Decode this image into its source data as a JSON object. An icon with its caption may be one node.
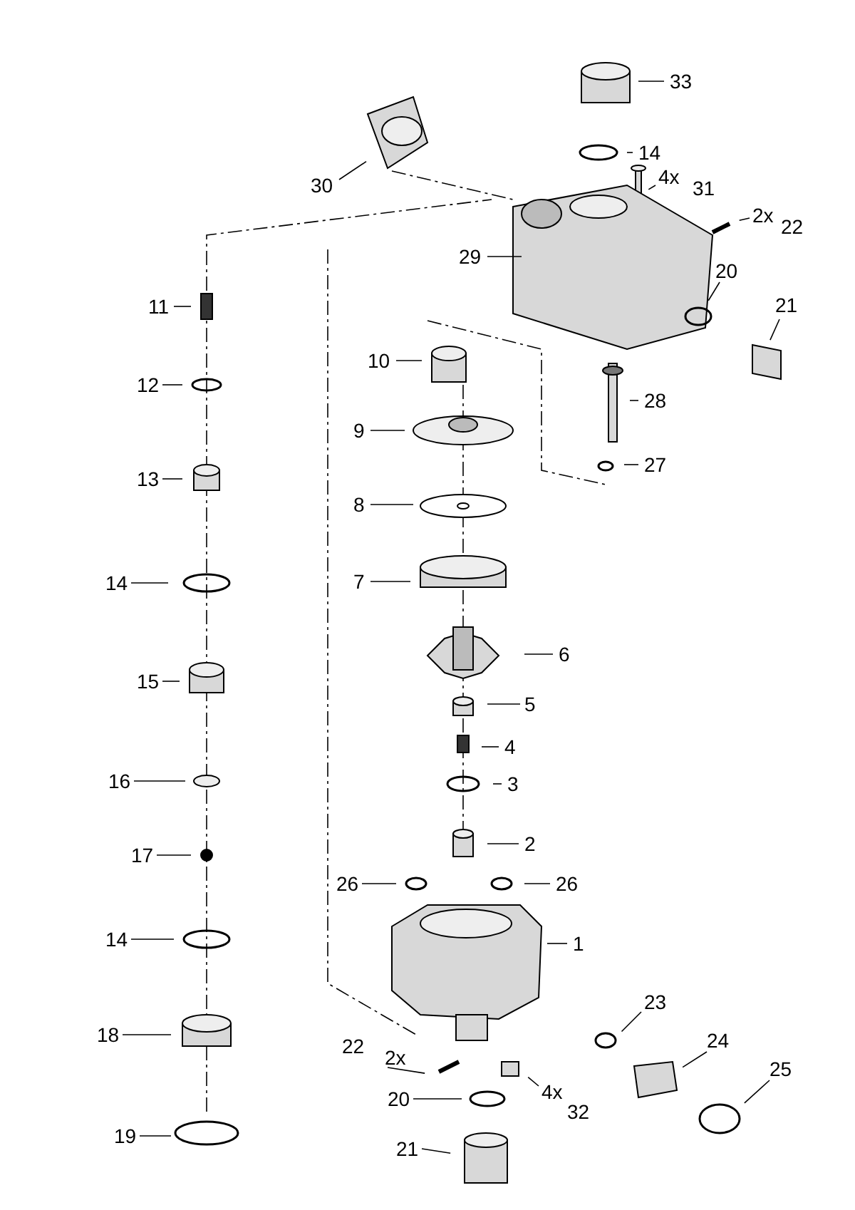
{
  "diagram": {
    "nodes": [
      {
        "text": [
          "33"
        ]
      },
      {
        "text": [
          "14"
        ]
      },
      {
        "text": [
          "30"
        ]
      },
      {
        "text": [
          "31"
        ],
        "beside": [
          "4x"
        ]
      },
      {
        "text": [
          "22"
        ],
        "beside": [
          "2x"
        ]
      },
      {
        "text": [
          "29"
        ]
      },
      {
        "text": [
          "20"
        ]
      },
      {
        "text": [
          "21"
        ]
      },
      {
        "text": [
          "11"
        ]
      },
      {
        "text": [
          "10"
        ]
      },
      {
        "text": [
          "28"
        ]
      },
      {
        "text": [
          "12"
        ]
      },
      {
        "text": [
          "9"
        ]
      },
      {
        "text": [
          "27"
        ]
      },
      {
        "text": [
          "13"
        ]
      },
      {
        "text": [
          "8"
        ]
      },
      {
        "text": [
          "14"
        ]
      },
      {
        "text": [
          "7"
        ]
      },
      {
        "text": [
          "6"
        ]
      },
      {
        "text": [
          "15"
        ]
      },
      {
        "text": [
          "5"
        ]
      },
      {
        "text": [
          "4"
        ]
      },
      {
        "text": [
          "16"
        ]
      },
      {
        "text": [
          "3"
        ]
      },
      {
        "text": [
          "2"
        ]
      },
      {
        "text": [
          "17"
        ]
      },
      {
        "text": [
          "26"
        ]
      },
      {
        "text": [
          "26"
        ]
      },
      {
        "text": [
          "1"
        ]
      },
      {
        "text": [
          "14"
        ]
      },
      {
        "text": [
          "23"
        ]
      },
      {
        "text": [
          "18"
        ]
      },
      {
        "text": [
          "24"
        ]
      },
      {
        "text": [
          "22"
        ],
        "beside": [
          "2x"
        ]
      },
      {
        "text": [
          "25"
        ]
      },
      {
        "text": [
          "32"
        ],
        "beside": [
          "4x"
        ]
      },
      {
        "text": [
          "20"
        ]
      },
      {
        "text": [
          "19"
        ]
      },
      {
        "text": [
          "21"
        ]
      }
    ],
    "edges": [
      {
        "from": 0,
        "to": null,
        "arrow": "none"
      },
      {
        "from": 1,
        "to": null,
        "arrow": "none"
      },
      {
        "from": 2,
        "to": null,
        "arrow": "none"
      },
      {
        "from": 3,
        "to": null,
        "arrow": "none"
      },
      {
        "from": 4,
        "to": null,
        "arrow": "none"
      },
      {
        "from": 5,
        "to": null,
        "arrow": "none"
      },
      {
        "from": 6,
        "to": null,
        "arrow": "none"
      },
      {
        "from": 7,
        "to": null,
        "arrow": "none"
      },
      {
        "from": 8,
        "to": null,
        "arrow": "none"
      },
      {
        "from": 9,
        "to": null,
        "arrow": "none"
      },
      {
        "from": 10,
        "to": null,
        "arrow": "none"
      },
      {
        "from": 11,
        "to": null,
        "arrow": "none"
      },
      {
        "from": 12,
        "to": null,
        "arrow": "none"
      },
      {
        "from": 13,
        "to": null,
        "arrow": "none"
      },
      {
        "from": 14,
        "to": null,
        "arrow": "none"
      },
      {
        "from": 15,
        "to": null,
        "arrow": "none"
      },
      {
        "from": 16,
        "to": null,
        "arrow": "none"
      },
      {
        "from": 17,
        "to": null,
        "arrow": "none"
      },
      {
        "from": 18,
        "to": null,
        "arrow": "none"
      },
      {
        "from": 19,
        "to": null,
        "arrow": "none"
      },
      {
        "from": 20,
        "to": null,
        "arrow": "none"
      },
      {
        "from": 21,
        "to": null,
        "arrow": "none"
      },
      {
        "from": 22,
        "to": null,
        "arrow": "none"
      },
      {
        "from": 23,
        "to": null,
        "arrow": "none"
      },
      {
        "from": 24,
        "to": null,
        "arrow": "none"
      },
      {
        "from": 25,
        "to": null,
        "arrow": "none"
      },
      {
        "from": 26,
        "to": null,
        "arrow": "none"
      },
      {
        "from": 27,
        "to": null,
        "arrow": "none"
      },
      {
        "from": 28,
        "to": null,
        "arrow": "none"
      },
      {
        "from": 29,
        "to": null,
        "arrow": "none"
      },
      {
        "from": 30,
        "to": null,
        "arrow": "none"
      },
      {
        "from": 31,
        "to": null,
        "arrow": "none"
      },
      {
        "from": 32,
        "to": null,
        "arrow": "none"
      },
      {
        "from": 33,
        "to": null,
        "arrow": "none"
      },
      {
        "from": 34,
        "to": null,
        "arrow": "none"
      },
      {
        "from": 35,
        "to": null,
        "arrow": "none"
      },
      {
        "from": 36,
        "to": null,
        "arrow": "none"
      },
      {
        "from": 37,
        "to": null,
        "arrow": "none"
      },
      {
        "from": 38,
        "to": null,
        "arrow": "none"
      }
    ]
  }
}
